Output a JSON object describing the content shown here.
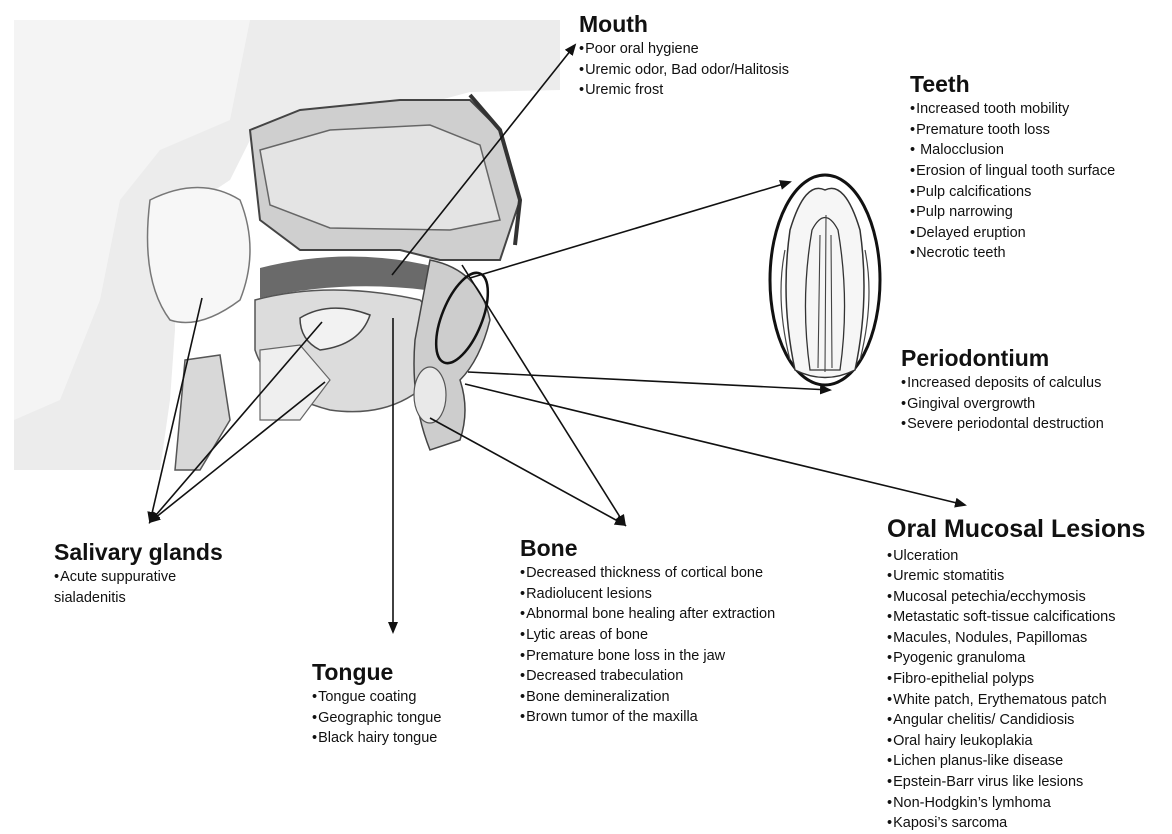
{
  "sections": {
    "mouth": {
      "heading": "Mouth",
      "items": [
        "Poor oral hygiene",
        "Uremic odor, Bad odor/Halitosis",
        "Uremic frost"
      ]
    },
    "teeth": {
      "heading": "Teeth",
      "items": [
        "Increased tooth mobility",
        "Premature tooth loss",
        " Malocclusion",
        "Erosion of lingual tooth surface",
        "Pulp calcifications",
        "Pulp narrowing",
        "Delayed eruption",
        "Necrotic teeth"
      ]
    },
    "periodontium": {
      "heading": "Periodontium",
      "items": [
        "Increased deposits of calculus",
        "Gingival overgrowth",
        "Severe periodontal destruction"
      ]
    },
    "salivary": {
      "heading": "Salivary glands",
      "line1": "Acute suppurative",
      "line2": "sialadenitis"
    },
    "bone": {
      "heading": "Bone",
      "items": [
        "Decreased thickness of cortical bone",
        "Radiolucent lesions",
        "Abnormal bone healing after extraction",
        "Lytic areas of bone",
        "Premature bone loss in the jaw",
        "Decreased trabeculation",
        "Bone demineralization",
        "Brown tumor of the maxilla"
      ]
    },
    "tongue": {
      "heading": "Tongue",
      "items": [
        "Tongue coating",
        "Geographic tongue",
        "Black hairy tongue"
      ]
    },
    "mucosal": {
      "heading": "Oral Mucosal Lesions",
      "items": [
        "Ulceration",
        "Uremic stomatitis",
        "Mucosal petechia/ecchymosis",
        "Metastatic soft-tissue calcifications",
        "Macules, Nodules, Papillomas",
        "Pyogenic granuloma",
        "Fibro-epithelial polyps",
        "White patch, Erythematous patch",
        "Angular chelitis/ Candidiosis",
        "Oral hairy leukoplakia",
        "Lichen planus-like disease",
        "Epstein-Barr virus like lesions",
        "Non-Hodgkin’s lymhoma",
        "Kaposi’s sarcoma"
      ]
    }
  },
  "colors": {
    "ink": "#111111",
    "bg": "#ffffff",
    "tissue_light": "#e8e8e8",
    "tissue_mid": "#bdbdbd",
    "tissue_dark": "#555555"
  }
}
